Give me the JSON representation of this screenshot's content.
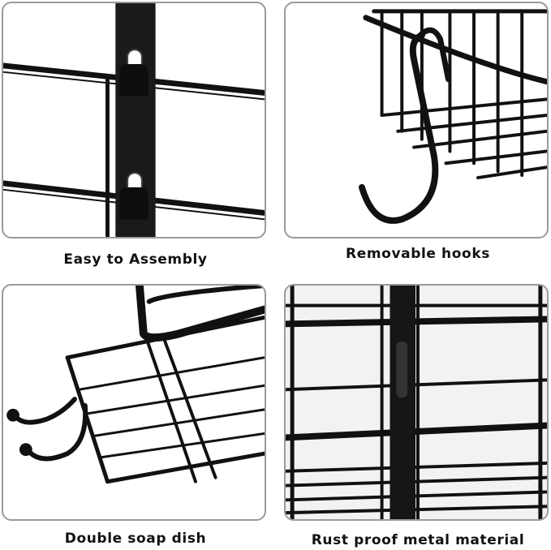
{
  "panels": [
    {
      "caption": "Easy to Assembly"
    },
    {
      "caption": "Removable hooks"
    },
    {
      "caption": "Double soap dish"
    },
    {
      "caption": "Rust proof metal material"
    }
  ],
  "colors": {
    "metal": "#111111",
    "border": "#9a9a9a",
    "background": "#ffffff"
  }
}
